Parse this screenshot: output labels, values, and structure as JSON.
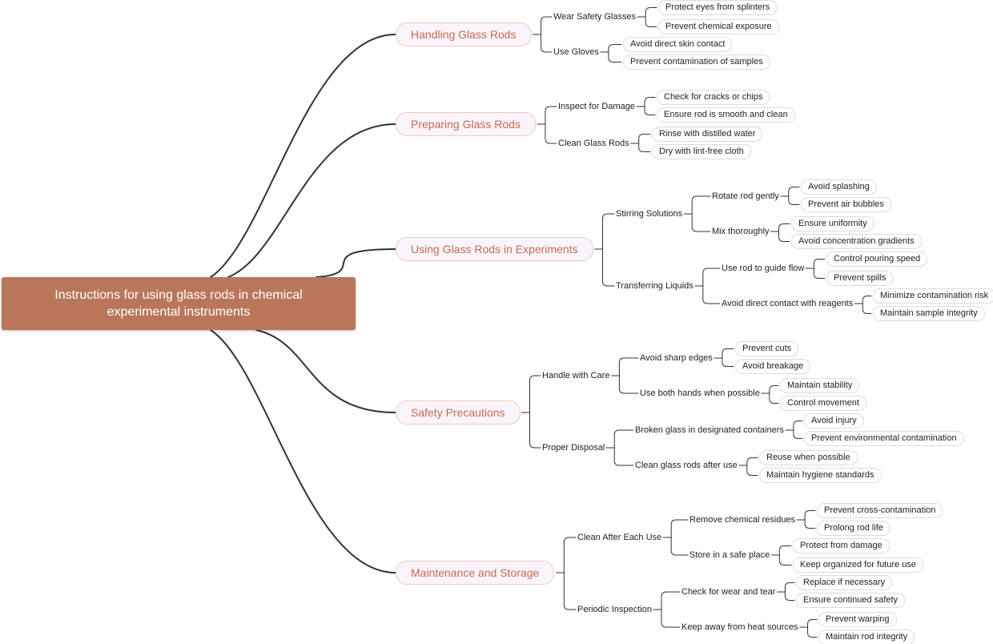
{
  "root": {
    "title": "Instructions for using glass rods in chemical experimental instruments"
  },
  "colors": {
    "root_bg": "#b9765a",
    "main_text": "#c76a4e",
    "main_border": "#f2c8bc",
    "main_bg": "#faf4fc",
    "line": "#333333"
  },
  "branches": [
    {
      "label": "Handling Glass Rods",
      "children": [
        {
          "label": "Wear Safety Glasses",
          "children": [
            {
              "label": "Protect eyes from splinters"
            },
            {
              "label": "Prevent chemical exposure"
            }
          ]
        },
        {
          "label": "Use Gloves",
          "children": [
            {
              "label": "Avoid direct skin contact"
            },
            {
              "label": "Prevent contamination of samples"
            }
          ]
        }
      ]
    },
    {
      "label": "Preparing Glass Rods",
      "children": [
        {
          "label": "Inspect for Damage",
          "children": [
            {
              "label": "Check for cracks or chips"
            },
            {
              "label": "Ensure rod is smooth and clean"
            }
          ]
        },
        {
          "label": "Clean Glass Rods",
          "children": [
            {
              "label": "Rinse with distilled water"
            },
            {
              "label": "Dry with lint-free cloth"
            }
          ]
        }
      ]
    },
    {
      "label": "Using Glass Rods in Experiments",
      "children": [
        {
          "label": "Stirring Solutions",
          "children": [
            {
              "label": "Rotate rod gently",
              "children": [
                {
                  "label": "Avoid splashing"
                },
                {
                  "label": "Prevent air bubbles"
                }
              ]
            },
            {
              "label": "Mix thoroughly",
              "children": [
                {
                  "label": "Ensure uniformity"
                },
                {
                  "label": "Avoid concentration gradients"
                }
              ]
            }
          ]
        },
        {
          "label": "Transferring Liquids",
          "children": [
            {
              "label": "Use rod to guide flow",
              "children": [
                {
                  "label": "Control pouring speed"
                },
                {
                  "label": "Prevent spills"
                }
              ]
            },
            {
              "label": "Avoid direct contact with reagents",
              "children": [
                {
                  "label": "Minimize contamination risk"
                },
                {
                  "label": "Maintain sample integrity"
                }
              ]
            }
          ]
        }
      ]
    },
    {
      "label": "Safety Precautions",
      "children": [
        {
          "label": "Handle with Care",
          "children": [
            {
              "label": "Avoid sharp edges",
              "children": [
                {
                  "label": "Prevent cuts"
                },
                {
                  "label": "Avoid breakage"
                }
              ]
            },
            {
              "label": "Use both hands when possible",
              "children": [
                {
                  "label": "Maintain stability"
                },
                {
                  "label": "Control movement"
                }
              ]
            }
          ]
        },
        {
          "label": "Proper Disposal",
          "children": [
            {
              "label": "Broken glass in designated containers",
              "children": [
                {
                  "label": "Avoid injury"
                },
                {
                  "label": "Prevent environmental contamination"
                }
              ]
            },
            {
              "label": "Clean glass rods after use",
              "children": [
                {
                  "label": "Reuse when possible"
                },
                {
                  "label": "Maintain hygiene standards"
                }
              ]
            }
          ]
        }
      ]
    },
    {
      "label": "Maintenance and Storage",
      "children": [
        {
          "label": "Clean After Each Use",
          "children": [
            {
              "label": "Remove chemical residues",
              "children": [
                {
                  "label": "Prevent cross-contamination"
                },
                {
                  "label": "Prolong rod life"
                }
              ]
            },
            {
              "label": "Store in a safe place",
              "children": [
                {
                  "label": "Protect from damage"
                },
                {
                  "label": "Keep organized for future use"
                }
              ]
            }
          ]
        },
        {
          "label": "Periodic Inspection",
          "children": [
            {
              "label": "Check for wear and tear",
              "children": [
                {
                  "label": "Replace if necessary"
                },
                {
                  "label": "Ensure continued safety"
                }
              ]
            },
            {
              "label": "Keep away from heat sources",
              "children": [
                {
                  "label": "Prevent warping"
                },
                {
                  "label": "Maintain rod integrity"
                }
              ]
            }
          ]
        }
      ]
    }
  ]
}
